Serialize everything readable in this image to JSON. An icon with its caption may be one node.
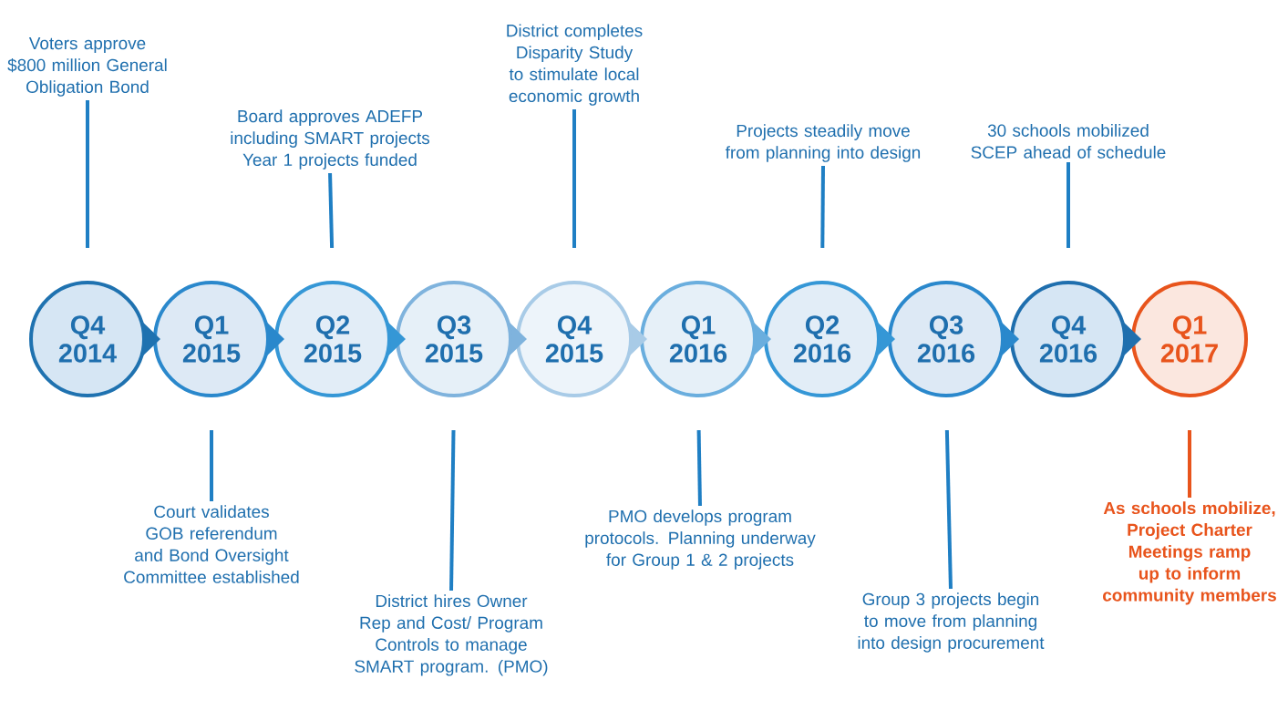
{
  "diagram": {
    "nodes": [
      {
        "text": [
          "Q4 2014"
        ]
      },
      {
        "text": [
          "Q1 2015"
        ]
      },
      {
        "text": [
          "Q2 2015"
        ]
      },
      {
        "text": [
          "Q3 2015"
        ]
      },
      {
        "text": [
          "Q4 2015"
        ]
      },
      {
        "text": [
          "Q1 2016"
        ]
      },
      {
        "text": [
          "Q2 2016"
        ]
      },
      {
        "text": [
          "Q3 2016"
        ]
      },
      {
        "text": [
          "Q4 2016"
        ]
      },
      {
        "text": [
          "Q1 2017"
        ]
      },
      {
        "text": [
          "Voters approve $800 million General Obligation Bond"
        ]
      },
      {
        "text": [
          "Court validates GOB referendum and Bond Oversight Committee established"
        ]
      },
      {
        "text": [
          "Board approves ADEFP including SMART projects Year 1 projects funded"
        ]
      },
      {
        "text": [
          "District hires Owner Rep and Cost/ Program Controls to manage SMART program. (PMO)"
        ]
      },
      {
        "text": [
          "District completes Disparity Study to stimulate local economic growth"
        ]
      },
      {
        "text": [
          "PMO develops program protocols. Planning underway for Group 1 & 2 projects"
        ]
      },
      {
        "text": [
          "Projects steadily move from planning into design"
        ]
      },
      {
        "text": [
          "Group 3 projects begin to move from planning into design procurement"
        ]
      },
      {
        "text": [
          "30 schools mobilized SCEP ahead of schedule"
        ]
      },
      {
        "text": [
          "As schools mobilize, Project Charter Meetings ramp up to inform community members"
        ]
      }
    ],
    "edges": [
      {
        "from": 10,
        "to": 0,
        "arrow": "none"
      },
      {
        "from": 11,
        "to": 1,
        "arrow": "none"
      },
      {
        "from": 12,
        "to": 2,
        "arrow": "none"
      },
      {
        "from": 13,
        "to": 3,
        "arrow": "none"
      },
      {
        "from": 14,
        "to": 4,
        "arrow": "none"
      },
      {
        "from": 15,
        "to": 5,
        "arrow": "none"
      },
      {
        "from": 16,
        "to": 6,
        "arrow": "none"
      },
      {
        "from": 17,
        "to": 7,
        "arrow": "none"
      },
      {
        "from": 18,
        "to": 8,
        "arrow": "none"
      },
      {
        "from": 19,
        "to": 9,
        "arrow": "none",
        "color": "#e8541c"
      }
    ]
  }
}
